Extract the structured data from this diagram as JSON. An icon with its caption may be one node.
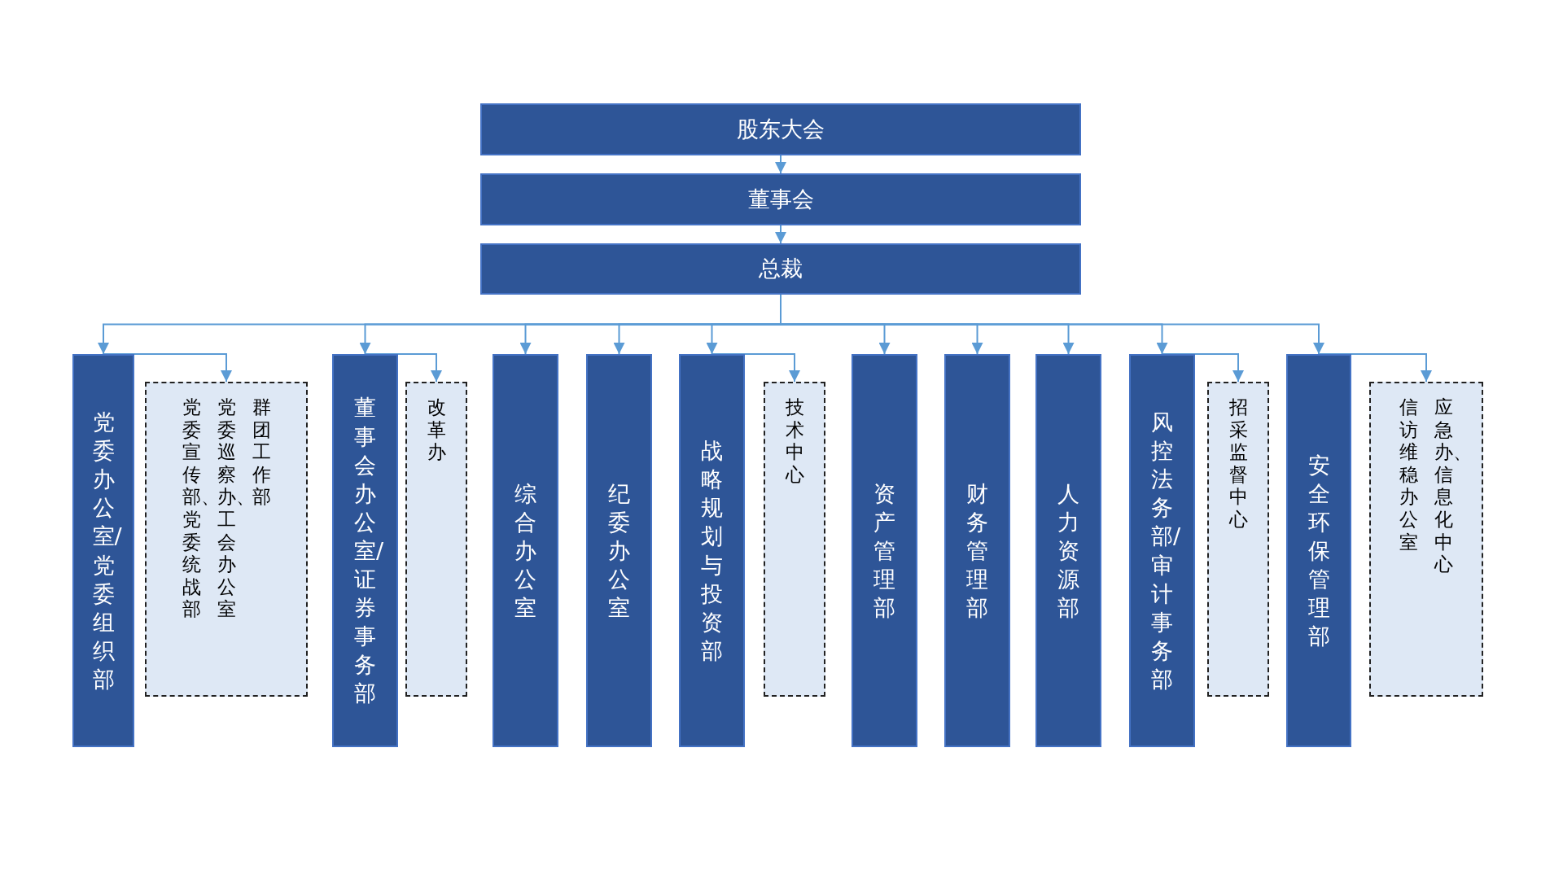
{
  "diagram": {
    "nodes": [
      {
        "text": [
          "股东大会"
        ]
      },
      {
        "text": [
          "董事会"
        ]
      },
      {
        "text": [
          "总裁"
        ]
      },
      {
        "text": [
          "党委办公室/党委组织部"
        ]
      },
      {
        "text": [
          "党委宣传部、党委统战部",
          "党委巡察办、工会办公室",
          "群团工作部"
        ]
      },
      {
        "text": [
          "董事会办公室/证券事务部"
        ]
      },
      {
        "text": [
          "改革办"
        ]
      },
      {
        "text": [
          "综合办公室"
        ]
      },
      {
        "text": [
          "纪委办公室"
        ]
      },
      {
        "text": [
          "战略规划与投资部"
        ]
      },
      {
        "text": [
          "技术中心"
        ]
      },
      {
        "text": [
          "资产管理部"
        ]
      },
      {
        "text": [
          "财务管理部"
        ]
      },
      {
        "text": [
          "人力资源部"
        ]
      },
      {
        "text": [
          "风控法务部/审计事务部"
        ]
      },
      {
        "text": [
          "招采监督中心"
        ]
      },
      {
        "text": [
          "安全环保管理部"
        ]
      },
      {
        "text": [
          "信访维稳办公室",
          "应急办、信息化中心"
        ]
      }
    ],
    "edges": [
      {
        "from": 0,
        "to": 1,
        "arrow": "to"
      },
      {
        "from": 1,
        "to": 2,
        "arrow": "to"
      },
      {
        "from": 2,
        "to": 3,
        "arrow": "to"
      },
      {
        "from": 2,
        "to": 5,
        "arrow": "to"
      },
      {
        "from": 2,
        "to": 7,
        "arrow": "to"
      },
      {
        "from": 2,
        "to": 8,
        "arrow": "to"
      },
      {
        "from": 2,
        "to": 9,
        "arrow": "to"
      },
      {
        "from": 2,
        "to": 11,
        "arrow": "to"
      },
      {
        "from": 2,
        "to": 12,
        "arrow": "to"
      },
      {
        "from": 2,
        "to": 13,
        "arrow": "to"
      },
      {
        "from": 2,
        "to": 14,
        "arrow": "to"
      },
      {
        "from": 2,
        "to": 16,
        "arrow": "to"
      },
      {
        "from": 3,
        "to": 4,
        "arrow": "to"
      },
      {
        "from": 5,
        "to": 6,
        "arrow": "to"
      },
      {
        "from": 9,
        "to": 10,
        "arrow": "to"
      },
      {
        "from": 14,
        "to": 15,
        "arrow": "to"
      },
      {
        "from": 16,
        "to": 17,
        "arrow": "to"
      }
    ]
  }
}
